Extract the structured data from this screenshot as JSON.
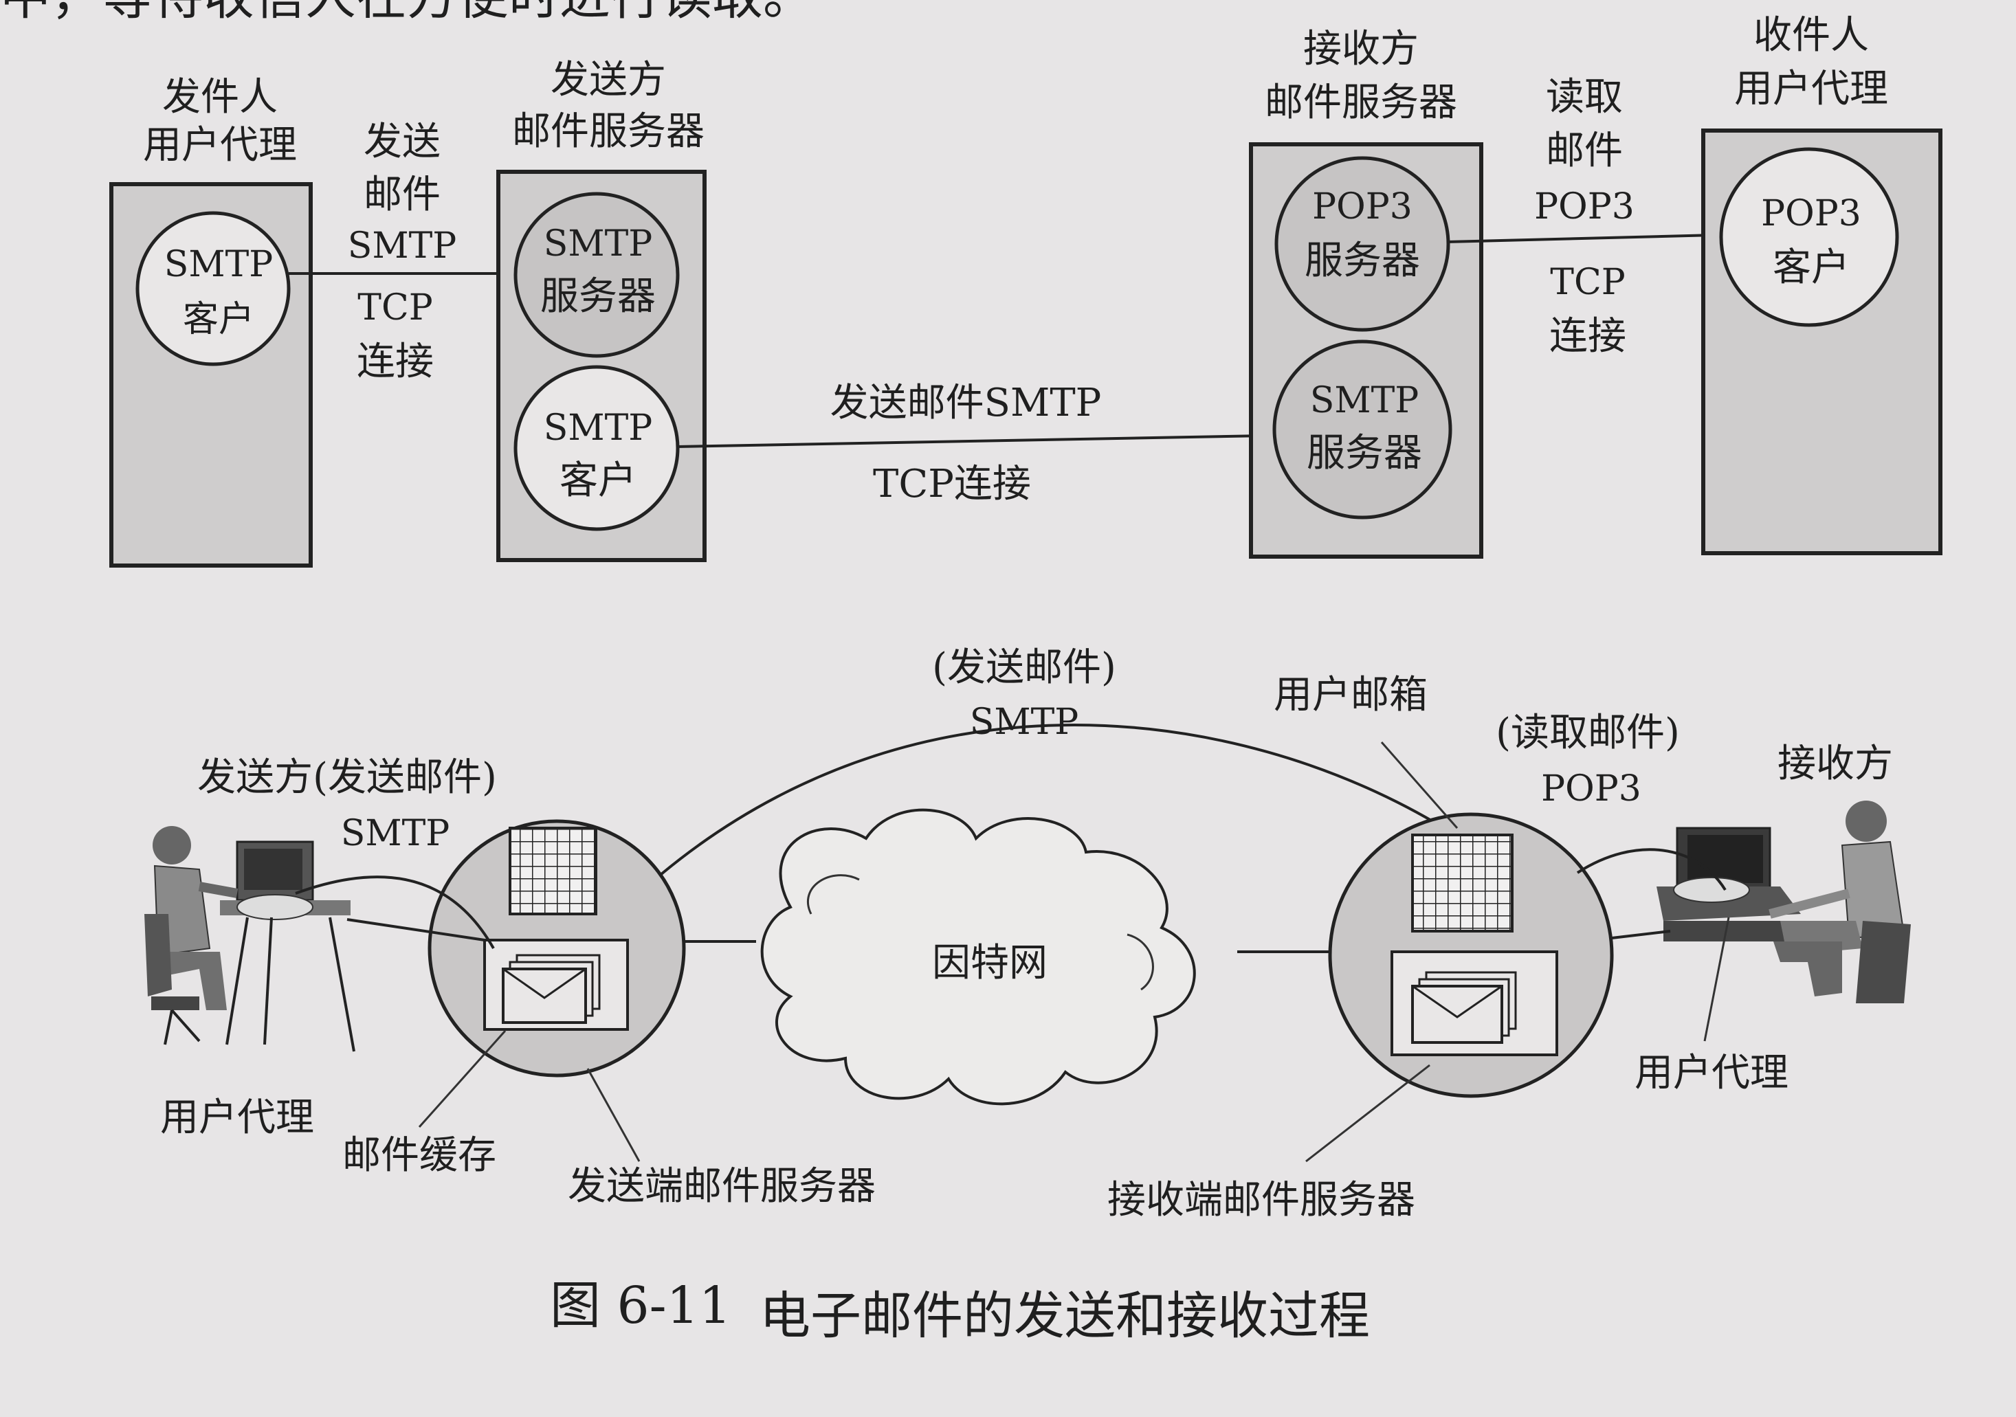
{
  "header_fragment": "中，等待收信人在方便时进行读取。",
  "top": {
    "sender_ua": {
      "title_line1": "发件人",
      "title_line2": "用户代理",
      "client_line1": "SMTP",
      "client_line2": "客户"
    },
    "arrow1": {
      "line1": "发送",
      "line2": "邮件",
      "line3": "SMTP",
      "line4": "TCP",
      "line5": "连接"
    },
    "sender_server": {
      "title_line1": "发送方",
      "title_line2": "邮件服务器",
      "server_line1": "SMTP",
      "server_line2": "服务器",
      "client_line1": "SMTP",
      "client_line2": "客户"
    },
    "arrow2": {
      "top": "发送邮件SMTP",
      "bottom": "TCP连接"
    },
    "receiver_server": {
      "title_line1": "接收方",
      "title_line2": "邮件服务器",
      "pop_line1": "POP3",
      "pop_line2": "服务器",
      "smtp_line1": "SMTP",
      "smtp_line2": "服务器"
    },
    "arrow3": {
      "line1": "读取",
      "line2": "邮件",
      "line3": "POP3",
      "line4": "TCP",
      "line5": "连接"
    },
    "receiver_ua": {
      "title_line1": "收件人",
      "title_line2": "用户代理",
      "client_line1": "POP3",
      "client_line2": "客户"
    }
  },
  "bottom": {
    "sender_label_line1": "发送方(发送邮件)",
    "sender_label_line2": "SMTP",
    "smtp_arc_line1": "(发送邮件)",
    "smtp_arc_line2": "SMTP",
    "mailbox_label": "用户邮箱",
    "pop_label_line1": "(读取邮件)",
    "pop_label_line2": "POP3",
    "receiver_label": "接收方",
    "internet_label": "因特网",
    "sender_ua_label": "用户代理",
    "mail_cache_label": "邮件缓存",
    "send_server_label": "发送端邮件服务器",
    "recv_server_label": "接收端邮件服务器",
    "receiver_ua_label": "用户代理"
  },
  "caption": {
    "number": "图 6-11",
    "title": "电子邮件的发送和接收过程"
  }
}
